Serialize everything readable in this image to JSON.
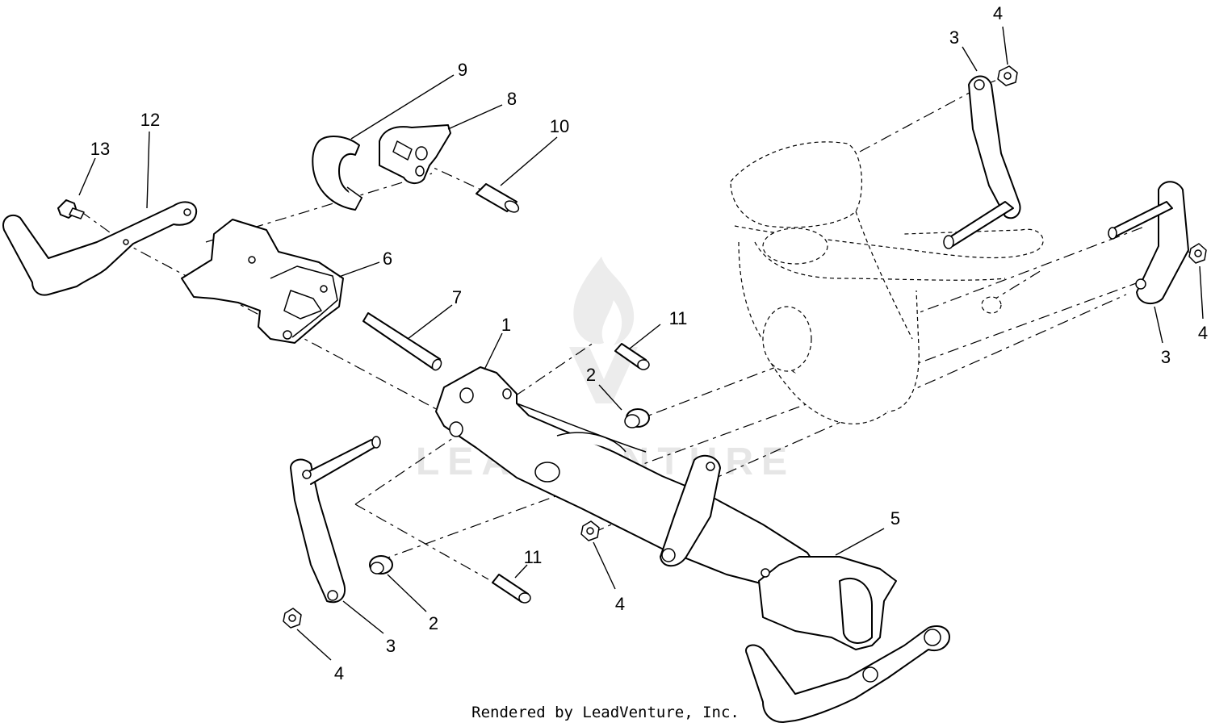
{
  "watermark": {
    "text": "LEADVENTURE"
  },
  "footer": {
    "rendered_by": "Rendered by LeadVenture, Inc."
  },
  "callouts": [
    {
      "id": "c1",
      "label": "1"
    },
    {
      "id": "c2a",
      "label": "2"
    },
    {
      "id": "c2b",
      "label": "2"
    },
    {
      "id": "c3a",
      "label": "3"
    },
    {
      "id": "c3b",
      "label": "3"
    },
    {
      "id": "c3c",
      "label": "3"
    },
    {
      "id": "c4a",
      "label": "4"
    },
    {
      "id": "c4b",
      "label": "4"
    },
    {
      "id": "c4c",
      "label": "4"
    },
    {
      "id": "c4d",
      "label": "4"
    },
    {
      "id": "c5",
      "label": "5"
    },
    {
      "id": "c6",
      "label": "6"
    },
    {
      "id": "c7",
      "label": "7"
    },
    {
      "id": "c8",
      "label": "8"
    },
    {
      "id": "c9",
      "label": "9"
    },
    {
      "id": "c10",
      "label": "10"
    },
    {
      "id": "c11a",
      "label": "11"
    },
    {
      "id": "c11b",
      "label": "11"
    },
    {
      "id": "c12",
      "label": "12"
    },
    {
      "id": "c13",
      "label": "13"
    }
  ]
}
